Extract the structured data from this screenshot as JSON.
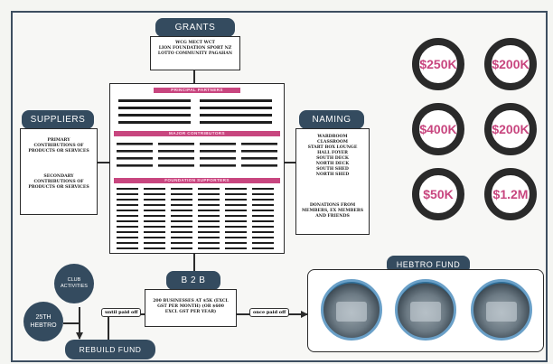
{
  "grants": {
    "title": "GRANTS",
    "line1": "WCG  MECT  WCT",
    "line2": "LION FOUNDATION  SPORT NZ",
    "line3": "LOTTO COMMUNITY  PAGAHAN"
  },
  "suppliers": {
    "title": "SUPPLIERS",
    "primary": "PRIMARY CONTRIBUTIONS OF PRODUCTS OR SERVICES",
    "secondary": "SECONDARY CONTRIBUTIONS OF PRODUCTS OR SERVICES"
  },
  "naming": {
    "title": "NAMING",
    "items": [
      "WARDROOM",
      "CLASSROOM",
      "START BOX LOUNGE",
      "HALL FOYER",
      "SOUTH DECK",
      "NORTH DECK",
      "SOUTH SHED",
      "NORTH SHED"
    ],
    "donations": "DONATIONS FROM MEMBERS, EX MEMBERS AND FRIENDS"
  },
  "tiers": {
    "principal": "PRINCIPAL PARTNERS",
    "major": "MAJOR CONTRIBUTORS",
    "foundation": "FOUNDATION SUPPORTERS"
  },
  "amounts": [
    "$250K",
    "$200K",
    "$400K",
    "$200K",
    "$50K",
    "$1.2M"
  ],
  "b2b": {
    "title": "B 2 B",
    "text": "200 BUSINESSES AT $5K (EXCL GST PER MONTH) (OR $600 EXCL GST PER YEAR)"
  },
  "labels": {
    "until_paid_off": "until paid off",
    "once_paid_off": "once paid off"
  },
  "club_activities": "CLUB ACTIVITIES",
  "hebtro_25th": "25th HEBTRO",
  "rebuild_fund": "REBUILD FUND",
  "hebtro_fund": "HEBTRO FUND",
  "colors": {
    "navy": "#344b5f",
    "pink": "#c8467f"
  }
}
